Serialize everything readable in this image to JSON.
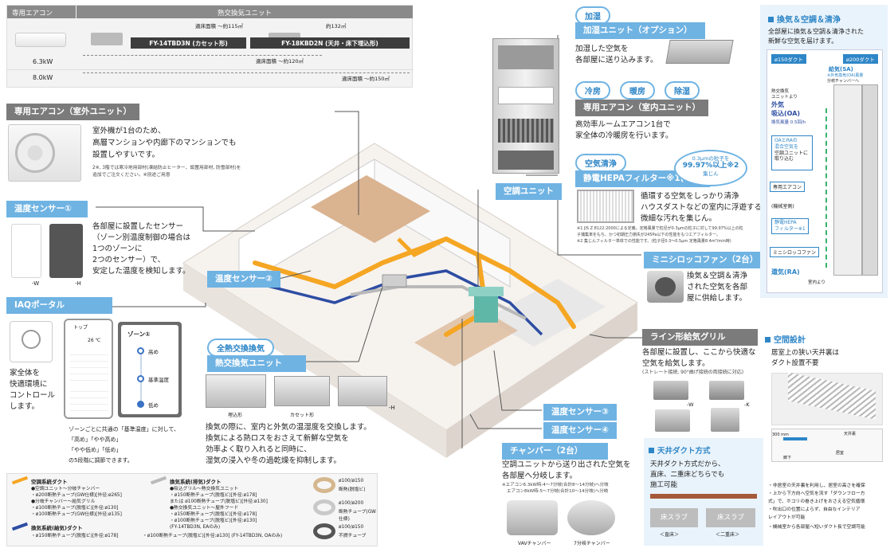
{
  "top_table": {
    "header_left": "専用エアコン",
    "header_right": "熱交換気ユニット",
    "row1": "6.3kW",
    "row2": "8.0kW",
    "area1": "適床面積 ～約115㎡",
    "area2": "約132㎡",
    "model1": "FY-14TBD3N (カセット形)",
    "model2": "FY-18KBD2N (天井・床下埋込形)",
    "area3": "適床面積 ～約120㎡",
    "area4": "適床面積 ～約150㎡"
  },
  "outdoor": {
    "label": "専用エアコン（室外ユニット）",
    "desc1": "室外機が1台のため、",
    "desc2": "高層マンションや内廊下のマンションでも",
    "desc3": "設置しやすいです。",
    "note1": "2※, 3階では寒冷地用部材(凍結防止ヒーター、設置用部材, 防雪部材)を",
    "note2": "追加でご注文ください。※",
    "note3": "別途ご用意"
  },
  "sensor1": {
    "label": "温度センサー①",
    "desc1": "各部屋に設置したセンサー",
    "desc2": "（ゾーン別温度制御の場合は",
    "desc3": "1つのゾーンに",
    "desc4": "2つのセンサー）で、",
    "desc5": "安定した温度を検知します。",
    "w": "-W",
    "h": "-H"
  },
  "iaq": {
    "label": "IAQポータル",
    "desc1": "家全体を",
    "desc2": "快適環境に",
    "desc3": "コントロール",
    "desc4": "します。",
    "note1": "ゾーンごとに共通の「基準温度」に対して、",
    "note2": "「高め」「やや高め」",
    "note3": "「やや低め」「低め」",
    "note4": "の5段階に調節できます。",
    "zone": "ゾーン①",
    "z1": "高め",
    "z2": "基準温度",
    "z3": "低め",
    "screen_title": "トップ",
    "screen_val": "26 ℃"
  },
  "humid": {
    "badge": "加湿",
    "label": "加湿ユニット（オプション）",
    "desc1": "加湿した空気を",
    "desc2": "各部屋に送り込みます。"
  },
  "modes": [
    "冷房",
    "暖房",
    "除湿"
  ],
  "indoor": {
    "label": "専用エアコン（室内ユニット）",
    "desc1": "高効率ルームエアコン1台で",
    "desc2": "家全体の冷暖房を行います。"
  },
  "clean": {
    "badge": "空気清浄",
    "label": "静電HEPAフィルター※1(4枚)",
    "circle1": "0.3μmの粒子を",
    "circle2": "99.97%以上※2",
    "circle3": "集じん",
    "desc1": "循環する空気をしっかり清浄",
    "desc2": "ハウスダストなどの室内に浮遊する",
    "desc3": "微細な汚れを集じん。",
    "note1": "※1 JIS Z 8122:2000による定義。定格風量で粒径が0.3μmの粒子に対して99.97%以上の粒",
    "note2": "子捕集率をもち、かつ初期圧力損失が245Pa以下の性能をもつエアフィルター。",
    "note3": "※2 集じんフィルター単体での性能です。(粒子径0.3～0.5μm 定格風量8.4m³/min時)"
  },
  "unit": {
    "label": "空調ユニット"
  },
  "minisirocco": {
    "label": "ミニシロッコファン（2台）",
    "desc1": "換気＆空調＆清浄",
    "desc2": "された空気を各部",
    "desc3": "屋に供給します。"
  },
  "sensor2": {
    "label": "温度センサー②"
  },
  "grille": {
    "label": "ライン形給気グリル",
    "desc1": "各部屋に設置し、ここから快適な",
    "desc2": "空気を給気します。",
    "note": "(ストレート接続, 90°曲げ接続の両接続に対応)",
    "w": "-W",
    "k": "-K"
  },
  "heat": {
    "badge": "全熱交換換気",
    "label": "熱交換気ユニット",
    "cap1": "埋込形",
    "cap2": "カセット形",
    "h": "-H",
    "desc1": "換気の際に、室内と外気の温湿度を交換します。",
    "desc2": "換気による熱ロスをおさえて新鮮な空気を",
    "desc3": "効率よく取り入れると同時に、",
    "desc4": "湿気の浸入や冬の過乾燥を抑制します。"
  },
  "sensor3": {
    "label": "温度センサー③"
  },
  "sensor4": {
    "label": "温度センサー④"
  },
  "chamber": {
    "label": "チャンバー（2台）",
    "desc1": "空調ユニットから送り出された空気を",
    "desc2": "各部屋へ分岐します。",
    "note1": "※エアコン6.3kW時:4～7分岐(合計8～14分岐)へ分岐",
    "note2": "エアコン8kW時:5～7分岐(合計10～14分岐)へ分岐",
    "cap1": "VAVチャンバー",
    "cap2": "7分岐チャンバー"
  },
  "legend": {
    "t1": "空調系統ダクト",
    "t1a": "●空調ユニット～分岐チャンバー",
    "t1b": "・ø200断熱チューブ(GW仕様)[外径:ø265]",
    "t1c": "●分岐チャンバー～給気グリル",
    "t1d": "・ø100断熱チューブ(脱塩ビ)[外径:ø130]",
    "t1e": "・ø100断熱チューブ(GW仕様)[外径:ø135]",
    "t2": "換気系統(給気)ダクト",
    "t2a": "・ø150断熱チューブ(脱塩ビ)[外径:ø178]",
    "t3": "換気系統(排気)ダクト",
    "t3a": "●吸込グリル～熱交換気ユニット",
    "t3b": "・ø150断熱チューブ(脱塩ビ)[外径:ø178]",
    "t3c": "または ø100断熱チューブ(脱塩ビ)[外径:ø130]",
    "t3d": "●熱交換気ユニット～屋外フード",
    "t3e": "・ø150断熱チューブ(脱塩ビ)[外径:ø178]",
    "t3f": "・ø100断熱チューブ(脱塩ビ)[外径:ø130]",
    "t3g": "(FY-14TBD3N, EAのみ)",
    "t3h": "・ø100断熱チューブ(脱塩ビ)[外径:ø130] (FY-14TBD3N, OAのみ)",
    "r1a": "ø100/ø150",
    "r1b": "断熱(脱塩ビ)",
    "r2a": "ø100/ø200",
    "r2b": "断熱チューブ(GW仕様)",
    "r3a": "ø100/ø150",
    "r3b": "不燃チューブ"
  },
  "right1": {
    "title": "換気＆空調＆清浄",
    "desc1": "全部屋に換気＆空調＆清浄された",
    "desc2": "新鮮な空気を届けます。",
    "d150": "ø150ダクト",
    "d200": "ø200ダクト",
    "sa": "給気(SA)",
    "sa_note": "※外気換気(OA)風量",
    "sa_note2": "分岐チャンバーへ",
    "unit_from": "熱交換気",
    "unit_from2": "ユニットより",
    "oa1": "外気",
    "oa2": "吸込(OA)",
    "oa3": "換気風量 0.5回/h",
    "mix1": "OAとRAの",
    "mix2": "混合空気を",
    "mix3": "空調ユニットに",
    "mix4": "取り込む",
    "aircon": "専用エアコン",
    "room": "(機械室側)",
    "hepa1": "静電HEPA",
    "hepa2": "フィルター※1",
    "sirocco": "ミニシロッコファン",
    "ra": "還気(RA)",
    "ra2": "室内より"
  },
  "right2": {
    "title": "空間設計",
    "desc1": "居室上の狭い天井裏は",
    "desc2": "ダクト設置不要",
    "dim": "300 mm",
    "lbl1": "天井裏",
    "lbl2": "居室",
    "lbl3": "廊下"
  },
  "right3": {
    "title": "天井ダクト方式",
    "desc1": "天井ダクト方式だから、",
    "desc2": "直床、二重床どちらでも",
    "desc3": "施工可能",
    "slab": "床スラブ",
    "cap1": "＜直床＞",
    "cap2": "＜二重床＞",
    "n1": "・非居室の天井裏を利用し、居室の高さを確保",
    "n2": "・上から下方向へ空気を流す「ダウンフロー方",
    "n3": "式」で、ホコリの巻き上げをおさえる空気循環",
    "n4": "・吹出口の位置によらず、自由なインテリア",
    "n5": "レイアウトが可能",
    "n6": "・機械室から各部屋へ短いダクト長で空調可能"
  },
  "colors": {
    "accent": "#6fb3e3",
    "gray": "#7b7b7b",
    "orange": "#f5a623",
    "navy": "#2d4da3"
  }
}
